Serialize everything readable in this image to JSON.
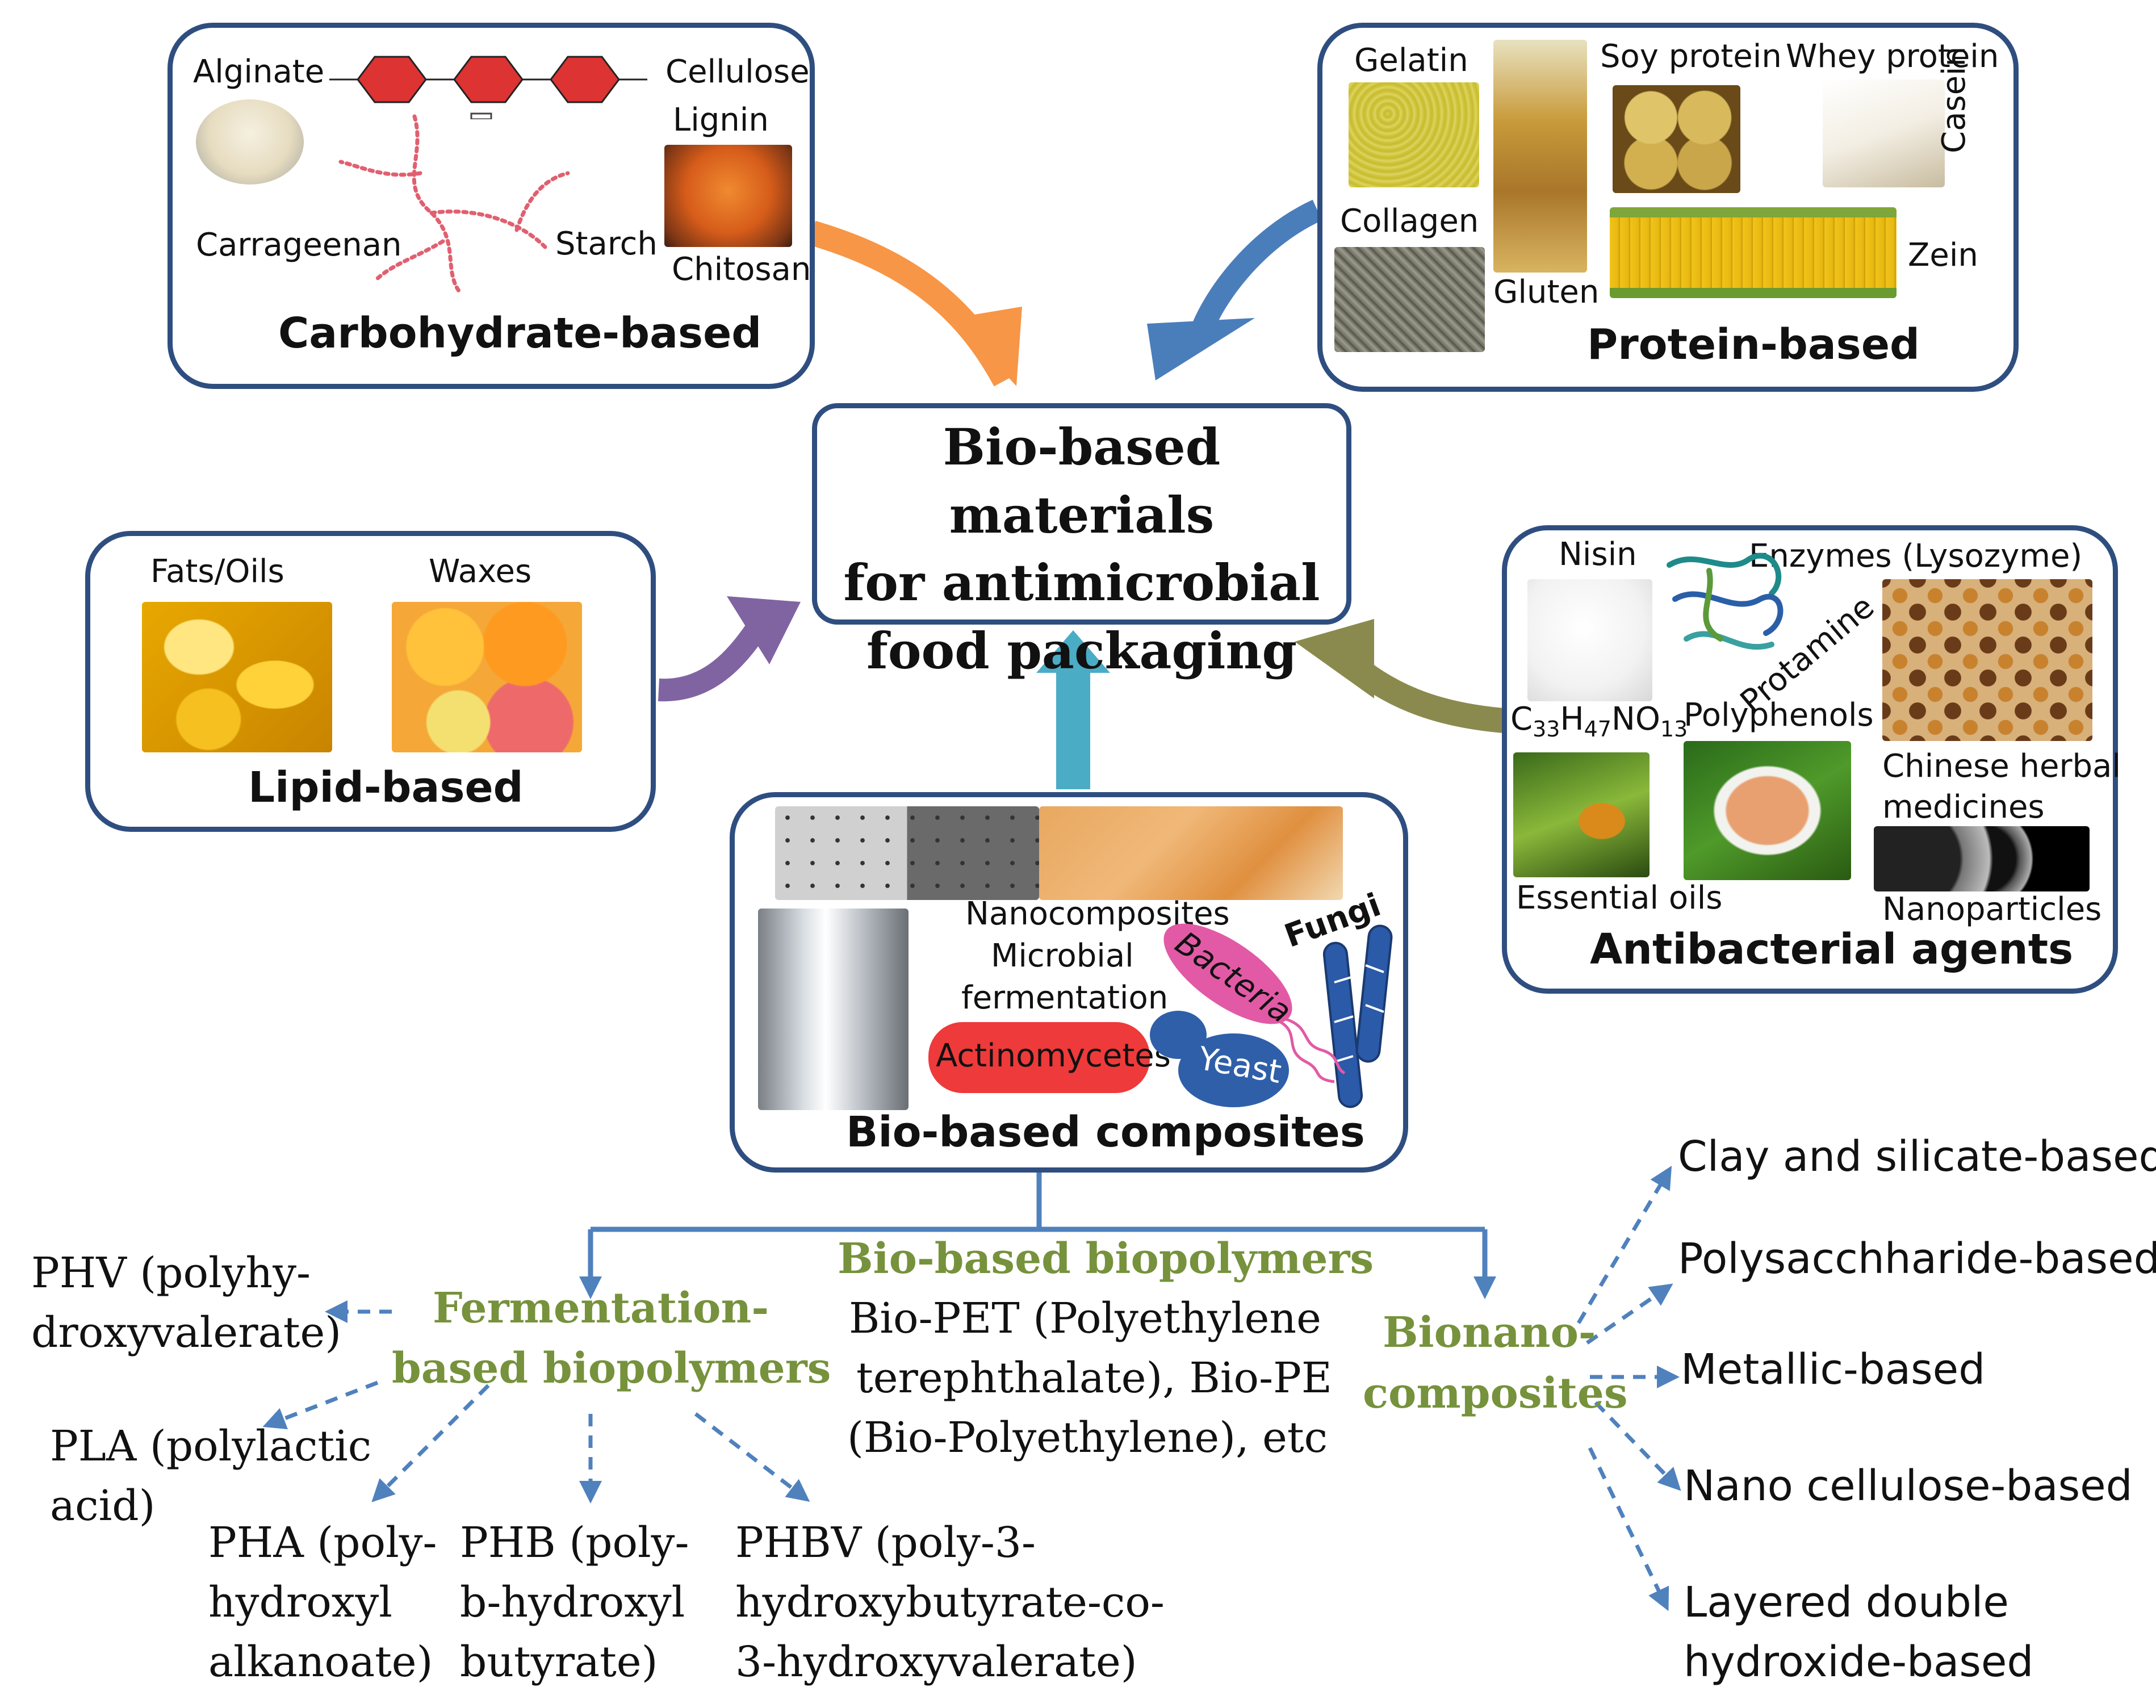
{
  "center": {
    "line1": "Bio-based materials",
    "line2": "for antimicrobial",
    "line3": "food packaging"
  },
  "carbohydrate": {
    "title": "Carbohydrate-based",
    "alginate": "Alginate",
    "cellulose": "Cellulose",
    "lignin": "Lignin",
    "carrageenan": "Carrageenan",
    "starch": "Starch",
    "chitosan": "Chitosan"
  },
  "protein": {
    "title": "Protein-based",
    "gelatin": "Gelatin",
    "soy": "Soy protein",
    "whey": "Whey protein",
    "collagen": "Collagen",
    "gluten": "Gluten",
    "zein": "Zein",
    "casein": "Casein"
  },
  "lipid": {
    "title": "Lipid-based",
    "fats": "Fats/Oils",
    "waxes": "Waxes"
  },
  "antibacterial": {
    "title": "Antibacterial agents",
    "nisin": "Nisin",
    "enzymes": "Enzymes (Lysozyme)",
    "protamine": "Protamine",
    "formula_c": "C",
    "formula_c_sub": "33",
    "formula_h": "H",
    "formula_h_sub": "47",
    "formula_no": "NO",
    "formula_no_sub": "13",
    "polyphenols": "Polyphenols",
    "chinese1": "Chinese herbal",
    "chinese2": "medicines",
    "essential_oils": "Essential oils",
    "nanoparticles": "Nanoparticles"
  },
  "composites": {
    "title": "Bio-based composites",
    "nanocomposites": "Nanocomposites",
    "microbial1": "Microbial",
    "microbial2": "fermentation",
    "fungi": "Fungi",
    "bacteria": "Bacteria",
    "actinomycetes": "Actinomycetes",
    "yeast": "Yeast"
  },
  "fermentation": {
    "title1": "Fermentation-",
    "title2": "based biopolymers",
    "phv1": "PHV (polyhy-",
    "phv2": "droxyvalerate)",
    "pla1": "PLA (polylactic",
    "pla2": "acid)",
    "pha1": "PHA (poly-",
    "pha2": "hydroxyl",
    "pha3": "alkanoate)",
    "phb1": "PHB (poly-",
    "phb2": "b-hydroxyl",
    "phb3": "butyrate)",
    "phbv1": "PHBV (poly-3-",
    "phbv2": "hydroxybutyrate-co-",
    "phbv3": "3-hydroxyvalerate)"
  },
  "biopolymers": {
    "title": "Bio-based biopolymers",
    "line1": "Bio-PET (Polyethylene",
    "line2": "terephthalate), Bio-PE",
    "line3": "(Bio-Polyethylene),  etc"
  },
  "bionano": {
    "title1": "Bionano-",
    "title2": "composites",
    "clay": "Clay and silicate-based",
    "poly": "Polysacchharide-based",
    "metallic": "Metallic-based",
    "nanocell": "Nano cellulose-based",
    "ldh1": "Layered double",
    "ldh2": "hydroxide-based"
  },
  "colors": {
    "box_border": "#2f4e80",
    "arrow_orange": "#f79646",
    "arrow_blue": "#4a7ebb",
    "arrow_purple": "#8064a2",
    "arrow_olive": "#8b8a4e",
    "arrow_teal": "#4bacc6",
    "tree_blue": "#4f81bd",
    "label_green": "#76923c"
  }
}
